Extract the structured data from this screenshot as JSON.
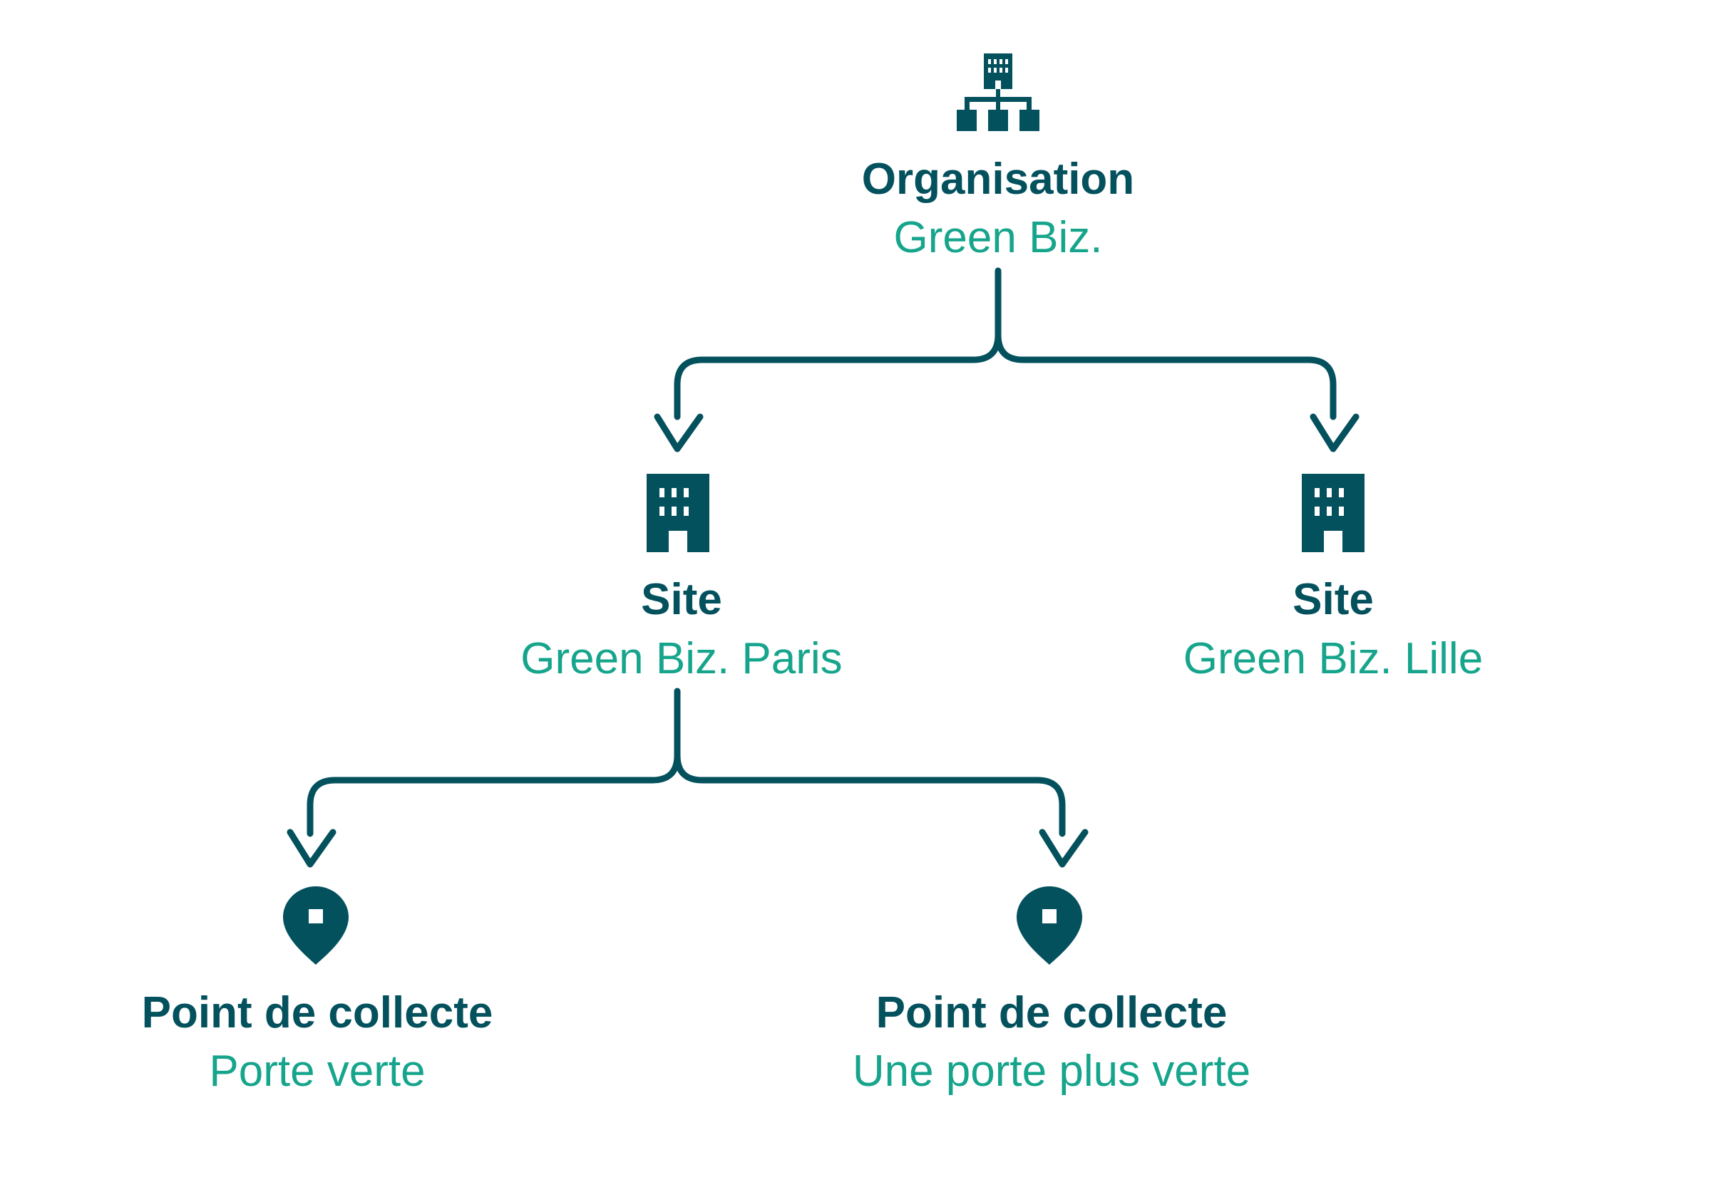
{
  "colors": {
    "primary": "#04515E",
    "accent": "#16A58C",
    "background": "#FFFFFF"
  },
  "nodes": {
    "organisation": {
      "icon": "organization-hierarchy-icon",
      "title": "Organisation",
      "subtitle": "Green Biz."
    },
    "site_paris": {
      "icon": "building-icon",
      "title": "Site",
      "subtitle": "Green Biz. Paris"
    },
    "site_lille": {
      "icon": "building-icon",
      "title": "Site",
      "subtitle": "Green Biz. Lille"
    },
    "point_porte_verte": {
      "icon": "location-pin-icon",
      "title": "Point de collecte",
      "subtitle": "Porte verte"
    },
    "point_porte_plus_verte": {
      "icon": "location-pin-icon",
      "title": "Point de collecte",
      "subtitle": "Une porte plus verte"
    }
  },
  "edges": [
    {
      "from": "organisation",
      "to": "site_paris"
    },
    {
      "from": "organisation",
      "to": "site_lille"
    },
    {
      "from": "site_paris",
      "to": "point_porte_verte"
    },
    {
      "from": "site_paris",
      "to": "point_porte_plus_verte"
    }
  ]
}
